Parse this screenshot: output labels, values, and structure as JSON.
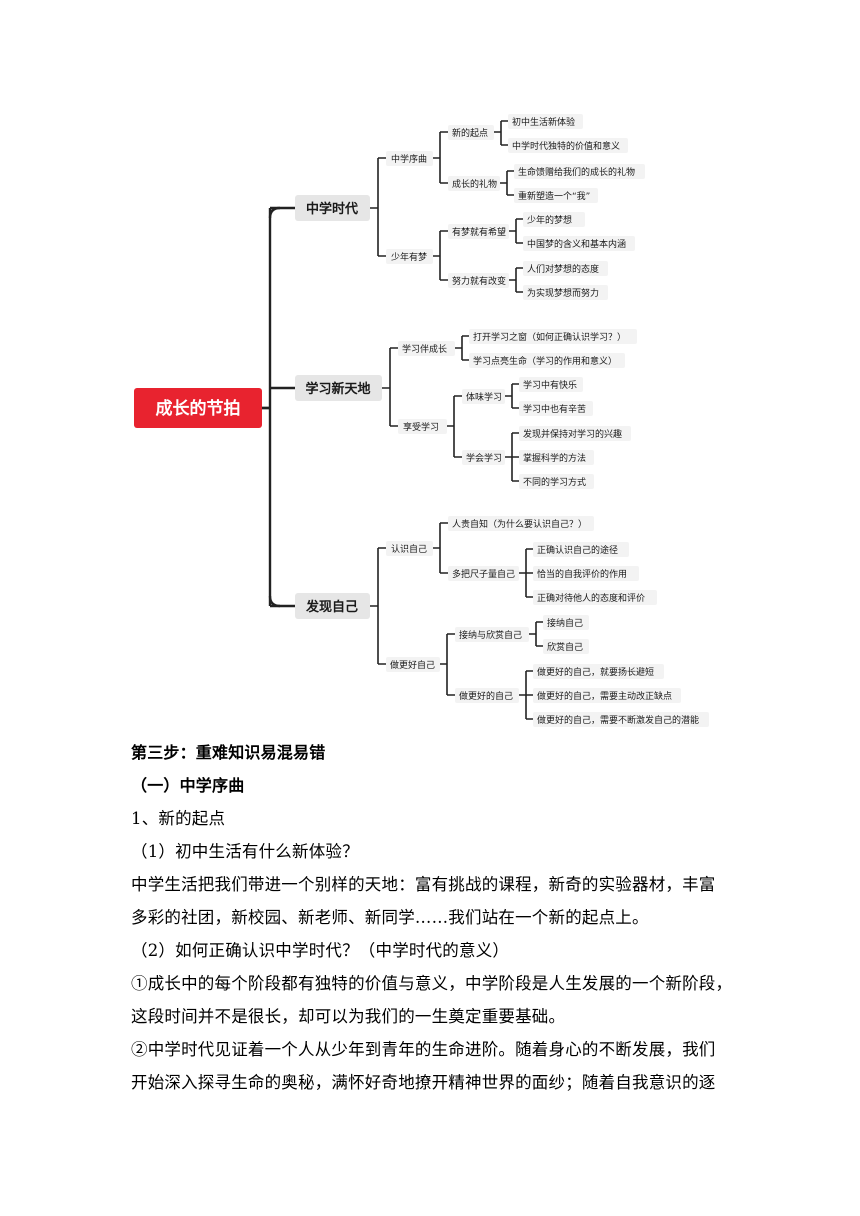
{
  "mindmap": {
    "root": "成长的节拍",
    "branches": [
      {
        "label": "中学时代",
        "children": [
          {
            "label": "中学序曲",
            "children": [
              {
                "label": "新的起点",
                "children": [
                  "初中生活新体验",
                  "中学时代独特的价值和意义"
                ]
              },
              {
                "label": "成长的礼物",
                "children": [
                  "生命馈赠给我们的成长的礼物",
                  "重新塑造一个“我”"
                ]
              }
            ]
          },
          {
            "label": "少年有梦",
            "children": [
              {
                "label": "有梦就有希望",
                "children": [
                  "少年的梦想",
                  "中国梦的含义和基本内涵"
                ]
              },
              {
                "label": "努力就有改变",
                "children": [
                  "人们对梦想的态度",
                  "为实现梦想而努力"
                ]
              }
            ]
          }
        ]
      },
      {
        "label": "学习新天地",
        "children": [
          {
            "label": "学习伴成长",
            "children": [
              {
                "label": "打开学习之窗（如何正确认识学习？）"
              },
              {
                "label": "学习点亮生命（学习的作用和意义）"
              }
            ]
          },
          {
            "label": "享受学习",
            "children": [
              {
                "label": "体味学习",
                "children": [
                  "学习中有快乐",
                  "学习中也有辛苦"
                ]
              },
              {
                "label": "学会学习",
                "children": [
                  "发现并保持对学习的兴趣",
                  "掌握科学的方法",
                  "不同的学习方式"
                ]
              }
            ]
          }
        ]
      },
      {
        "label": "发现自己",
        "children": [
          {
            "label": "认识自己",
            "children": [
              {
                "label": "人贵自知（为什么要认识自己？）"
              },
              {
                "label": "多把尺子量自己",
                "children": [
                  "正确认识自己的途径",
                  "恰当的自我评价的作用",
                  "正确对待他人的态度和评价"
                ]
              }
            ]
          },
          {
            "label": "做更好自己",
            "children": [
              {
                "label": "接纳与欣赏自己",
                "children": [
                  "接纳自己",
                  "欣赏自己"
                ]
              },
              {
                "label": "做更好的自己",
                "children": [
                  "做更好的自己，就要扬长避短",
                  "做更好的自己，需要主动改正缺点",
                  "做更好的自己，需要不断激发自己的潜能"
                ]
              }
            ]
          }
        ]
      }
    ]
  },
  "document": {
    "step_heading": "第三步：重难知识易混易错",
    "section_heading": "（一）中学序曲",
    "sub_heading": "1、新的起点",
    "q1": "（1）初中生活有什么新体验？",
    "a1_line1": "中学生活把我们带进一个别样的天地：富有挑战的课程，新奇的实验器材，丰富",
    "a1_line2": "多彩的社团，新校园、新老师、新同学……我们站在一个新的起点上。",
    "q2": "（2）如何正确认识中学时代？（中学时代的意义）",
    "p1_line1": "①成长中的每个阶段都有独特的价值与意义，中学阶段是人生发展的一个新阶段，",
    "p1_line2": "这段时间并不是很长，却可以为我们的一生奠定重要基础。",
    "p2_line1": "②中学时代见证着一个人从少年到青年的生命进阶。随着身心的不断发展，我们",
    "p2_line2": "开始深入探寻生命的奥秘，满怀好奇地撩开精神世界的面纱；随着自我意识的逐"
  }
}
